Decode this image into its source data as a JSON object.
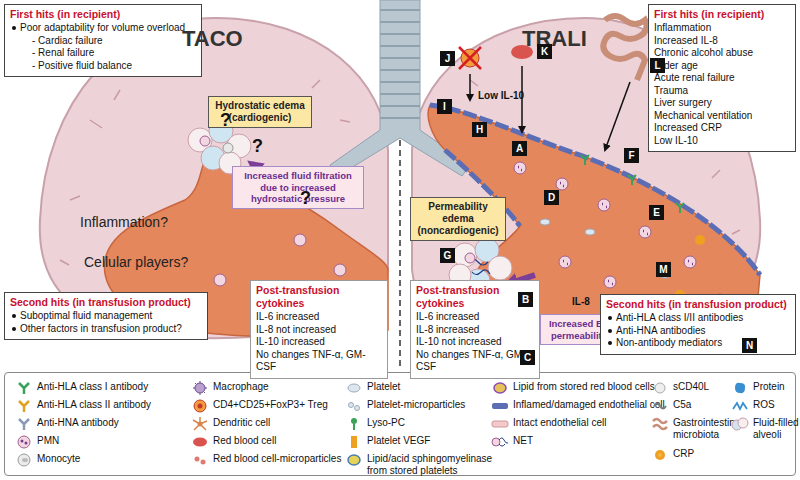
{
  "diagram": {
    "nodes": [
      {
        "text": [
          "First hits (in recipient)",
          "Poor adaptability for volume overload",
          "- Cardiac failure",
          "- Renal failure",
          "- Positive fluid balance"
        ]
      },
      {
        "text": [
          "Hydrostatic edema (cardiogenic)"
        ]
      },
      {
        "text": [
          "Increased fluid filtration due to increased hydrostatic pressure"
        ]
      },
      {
        "text": [
          "Second hits (in transfusion product)",
          "Suboptimal fluid management",
          "Other factors in transfusion product?"
        ]
      },
      {
        "text": [
          "Post-transfusion cytokines",
          "IL-6 increased",
          "IL-8 not increased",
          "IL-10 increased",
          "No changes TNF-α, GM-CSF"
        ]
      },
      {
        "text": [
          "Post-transfusion cytokines",
          "IL-6 increased",
          "IL-8 increased",
          "IL-10 not increased",
          "No changes TNF-α, GM-CSF"
        ]
      },
      {
        "text": [
          "Permeability edema (noncardiogenic)"
        ]
      },
      {
        "text": [
          "Increased EC permeability"
        ]
      },
      {
        "text": [
          "First hits (in recipient)",
          "Inflammation",
          "Increased IL-8",
          "Chronic alcohol abuse",
          "Older age",
          "Acute renal failure",
          "Trauma",
          "Liver surgery",
          "Mechanical ventilation",
          "Increased CRP",
          "Low IL-10"
        ]
      },
      {
        "text": [
          "Second hits (in transfusion product)",
          "Anti-HLA class I/II antibodies",
          "Anti-HNA antibodies",
          "Non-antibody mediators"
        ]
      }
    ],
    "labels": [
      "TACO",
      "TRALI",
      "J",
      "K",
      "L",
      "Low IL-10",
      "I",
      "H",
      "A",
      "F",
      "?",
      "?",
      "Inflammation?",
      "?",
      "D",
      "E",
      "G",
      "B",
      "Cellular players?",
      "C",
      "IL-8",
      "M",
      "N"
    ],
    "legend": [
      {
        "text": "Anti-HLA class I antibody"
      },
      {
        "text": "Anti-HLA class II antibody"
      },
      {
        "text": "Anti-HNA antibody"
      },
      {
        "text": "PMN"
      },
      {
        "text": "Monocyte"
      },
      {
        "text": "Macrophage"
      },
      {
        "text": "CD4+CD25+FoxP3+ Treg"
      },
      {
        "text": "Dendritic cell"
      },
      {
        "text": "Red blood cell"
      },
      {
        "text": "Red blood cell-microparticles"
      },
      {
        "text": "Platelet"
      },
      {
        "text": "Platelet-microparticles"
      },
      {
        "text": "Lyso-PC"
      },
      {
        "text": "Platelet VEGF"
      },
      {
        "text": "Lipid/acid sphingomyelinase from stored platelets"
      },
      {
        "text": "Lipid from stored red blood cells"
      },
      {
        "text": "Inflamed/damaged endothelial cell"
      },
      {
        "text": "Intact endothelial cell"
      },
      {
        "text": "NET"
      },
      {
        "text": "sCD40L"
      },
      {
        "text": "C5a"
      },
      {
        "text": "Gastrointestinal microbiota"
      },
      {
        "text": "CRP"
      },
      {
        "text": "Protein"
      },
      {
        "text": "ROS"
      },
      {
        "text": "Fluid-filled alveoli"
      }
    ]
  }
}
